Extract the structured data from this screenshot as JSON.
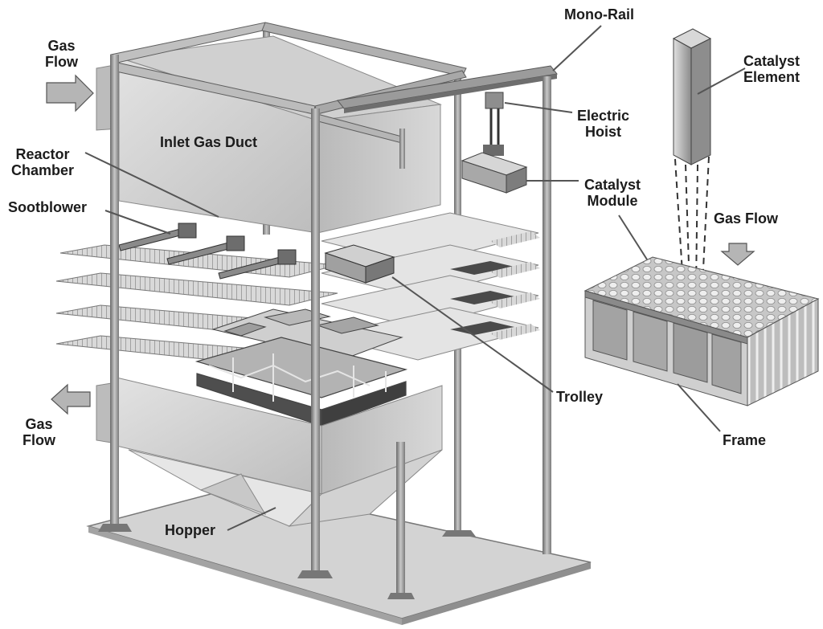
{
  "labels": {
    "gas_flow_in": [
      "Gas",
      "Flow"
    ],
    "gas_flow_out": [
      "Gas",
      "Flow"
    ],
    "inlet_gas_duct": "Inlet Gas Duct",
    "reactor_chamber": [
      "Reactor",
      "Chamber"
    ],
    "sootblower": "Sootblower",
    "hopper": "Hopper",
    "mono_rail": "Mono-Rail",
    "electric_hoist": [
      "Electric",
      "Hoist"
    ],
    "catalyst_module": [
      "Catalyst",
      "Module"
    ],
    "trolley": "Trolley",
    "catalyst_element": [
      "Catalyst",
      "Element"
    ],
    "gas_flow_right": "Gas Flow",
    "frame": "Frame"
  },
  "colors": {
    "line": "#555555",
    "steel": "#9a9a9a",
    "steel_light": "#d4d4d4",
    "steel_dark": "#5a5a5a",
    "text": "#1c1c1c"
  }
}
